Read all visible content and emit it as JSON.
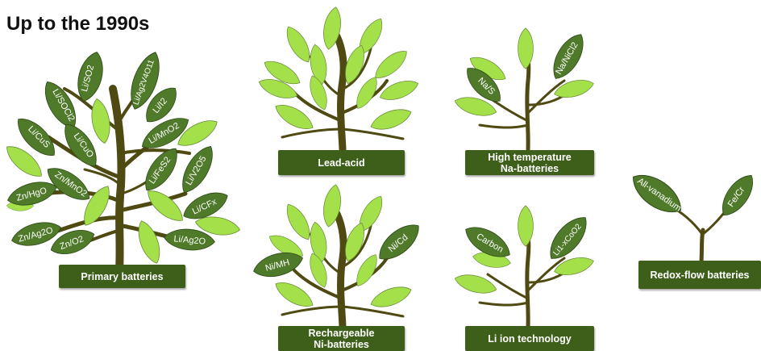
{
  "title": "Up to the 1990s",
  "colors": {
    "trunk": "#4e4a12",
    "leaf_light": "#a3e04a",
    "leaf_dark": "#4f7a2a",
    "box": "#3e5f1a"
  },
  "trees": {
    "primary": {
      "label": "Primary batteries",
      "leaves": [
        "Li/SO2",
        "Li/Ag2V4O11",
        "Li/SOCl2",
        "Li/I2",
        "Li/CuS",
        "Li/CuO",
        "Li/MnO2",
        "Zn/MnO2",
        "Li/FeS2",
        "Li/V2O5",
        "Zn/HgO",
        "Li/CFx",
        "Zn/Ag2O",
        "Zn/O2",
        "Li/Ag2O"
      ]
    },
    "lead_acid": {
      "label": "Lead-acid"
    },
    "high_temp": {
      "label_line1": "High temperature",
      "label_line2": "Na-batteries",
      "leaves": [
        "Na/S",
        "Na/NiCl2"
      ]
    },
    "ni": {
      "label_line1": "Rechargeable",
      "label_line2": "Ni-batteries",
      "leaves": [
        "Ni/MH",
        "Ni/Cd"
      ]
    },
    "li_ion": {
      "label": "Li ion technology",
      "leaves": [
        "Carbon",
        "Li1-xCoO2"
      ]
    },
    "redox": {
      "label": "Redox-flow batteries",
      "leaves": [
        "All-vanadium",
        "Fe/Cr"
      ]
    }
  }
}
